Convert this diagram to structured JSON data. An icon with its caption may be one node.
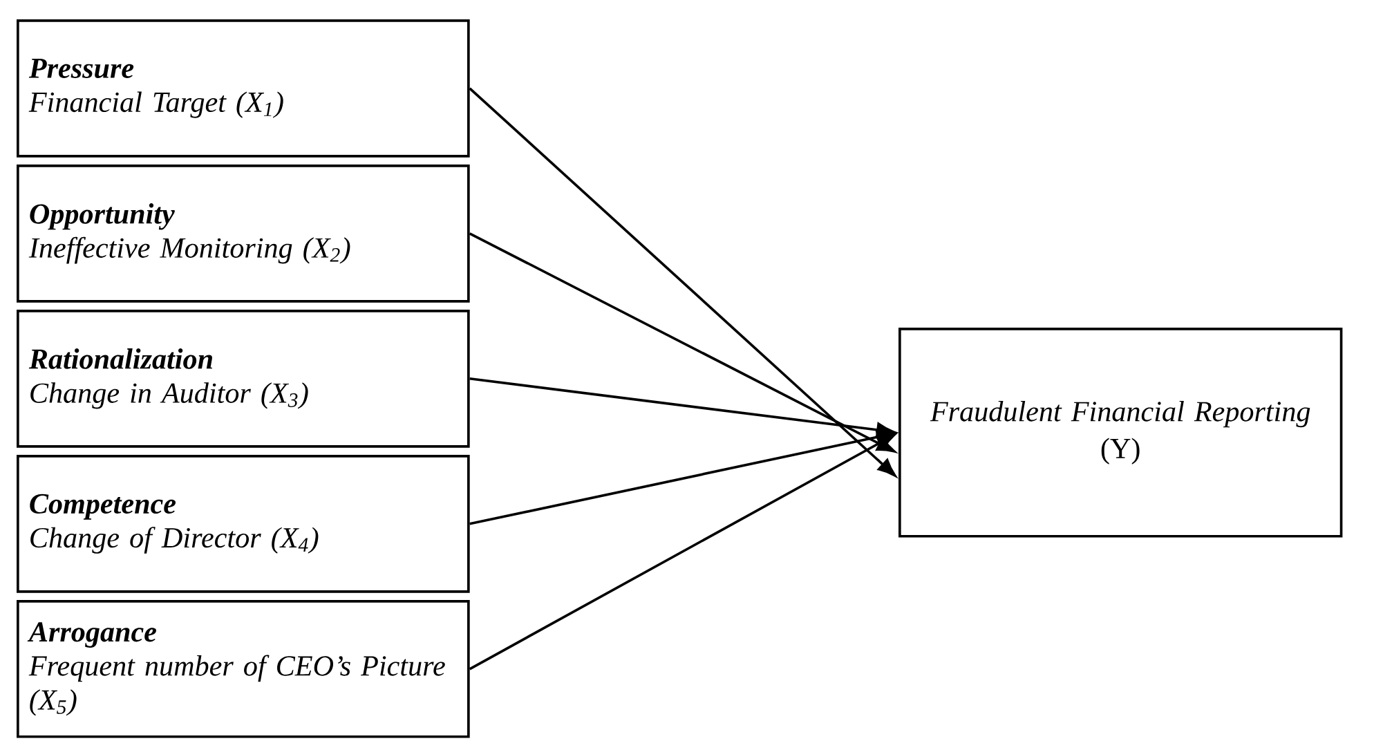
{
  "diagram": {
    "nodes": [
      {
        "text": [
          "Pressure",
          "Financial Target (X$_{1}$)"
        ]
      },
      {
        "text": [
          "Opportunity",
          "Ineffective Monitoring (X$_{2}$)"
        ]
      },
      {
        "text": [
          "Rationalization",
          "Change in Auditor (X$_{3}$)"
        ]
      },
      {
        "text": [
          "Competence",
          "Change of Director (X$_{4}$)"
        ]
      },
      {
        "text": [
          "Arrogance",
          "*Frequent number of CEO’s Picture* (X$_{5}$)"
        ]
      },
      {
        "text": [
          "Fraudulent Financial Reporting",
          "(Y)"
        ]
      }
    ],
    "edges": [
      {
        "from": 0,
        "to": 5,
        "arrow": "to"
      },
      {
        "from": 1,
        "to": 5,
        "arrow": "to"
      },
      {
        "from": 2,
        "to": 5,
        "arrow": "to"
      },
      {
        "from": 3,
        "to": 5,
        "arrow": "to"
      },
      {
        "from": 4,
        "to": 5,
        "arrow": "to"
      }
    ]
  }
}
